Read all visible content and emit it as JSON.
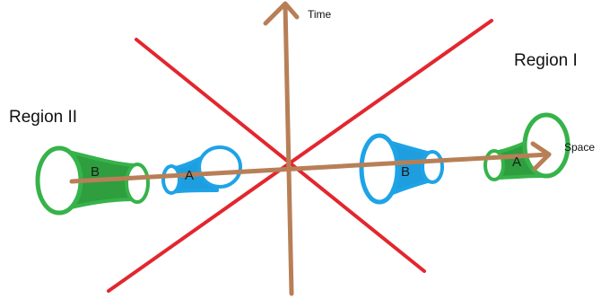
{
  "labels": {
    "time_axis": "Time",
    "space_axis": "Space",
    "region_1": "Region I",
    "region_2": "Region II",
    "body_b_left": "B",
    "body_a_left": "A",
    "body_b_right": "B",
    "body_a_right": "A"
  },
  "colors": {
    "background": "#ffffff",
    "light_lines": "#e3262e",
    "axes": "#b87f57",
    "region_i_bodies": "#2e9e3e",
    "region_ii_bodies": "#1e9ede",
    "outline_green": "#36b34a",
    "outline_blue": "#1ea3e6"
  }
}
